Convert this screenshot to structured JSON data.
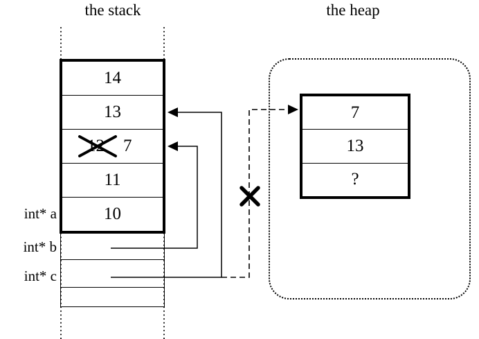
{
  "titles": {
    "stack": "the stack",
    "heap": "the heap"
  },
  "stack": {
    "rows": [
      {
        "value": "14"
      },
      {
        "value": "13"
      },
      {
        "old_value": "12",
        "new_value": "7",
        "crossed_out": true
      },
      {
        "value": "11"
      },
      {
        "value": "10"
      }
    ]
  },
  "pointer_labels": {
    "a": "int* a",
    "b": "int* b",
    "c": "int* c"
  },
  "heap": {
    "rows": [
      {
        "value": "7"
      },
      {
        "value": "13"
      },
      {
        "value": "?"
      }
    ]
  },
  "connections": [
    {
      "from": "int* b row",
      "to": "stack cell with 12 overwritten by 7",
      "style": "solid-arrow"
    },
    {
      "from": "int* c row",
      "to": "stack cell 13",
      "style": "solid-arrow"
    },
    {
      "from": "int* c row",
      "to": "heap block cell 7",
      "style": "dashed-arrow",
      "crossed_out": true
    }
  ],
  "colors": {
    "ink": "#000000",
    "background": "#ffffff"
  }
}
